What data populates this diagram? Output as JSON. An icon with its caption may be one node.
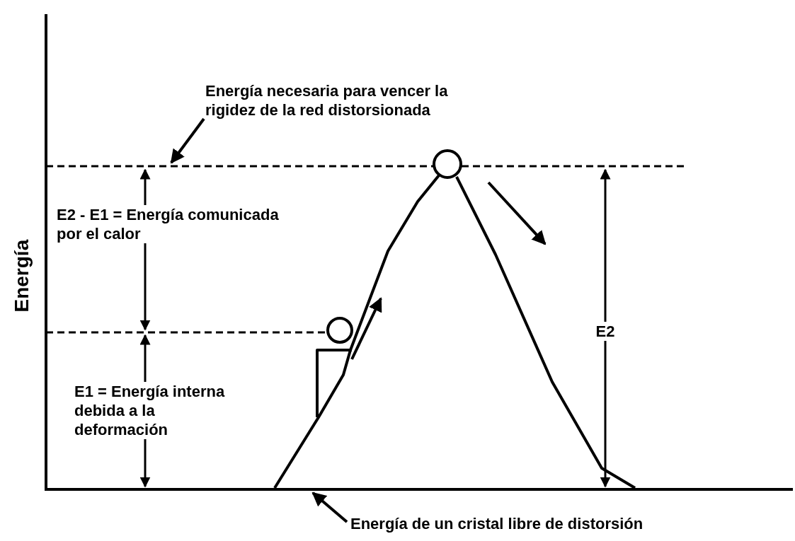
{
  "diagram": {
    "nodes": [
      {
        "text": [
          "Energía necesaria para vencer la rigidez de la red distorsionada"
        ]
      },
      {
        "text": [
          "Energía de un cristal libre de distorsión"
        ]
      }
    ],
    "edges": [
      {
        "from": 0,
        "to": null,
        "arrow": "to"
      },
      {
        "from": 1,
        "to": null,
        "arrow": "to"
      }
    ],
    "labels": [
      "Energía",
      "E2 - E1 = Energía comunicada por el calor",
      "E1 = Energía interna debida a la deformación",
      "E2"
    ]
  }
}
